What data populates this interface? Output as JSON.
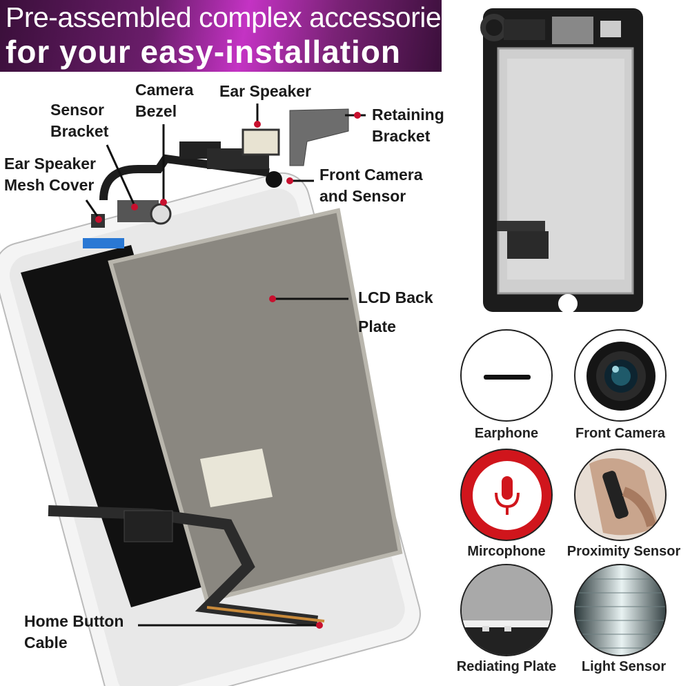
{
  "banner": {
    "line1": "Pre-assembled complex accessories",
    "line2": "for your easy-installation"
  },
  "labels": {
    "sensor_bracket": [
      "Sensor",
      "Bracket"
    ],
    "camera_bezel": [
      "Camera",
      "Bezel"
    ],
    "ear_speaker": "Ear Speaker",
    "retaining_bracket": [
      "Retaining",
      "Bracket"
    ],
    "ear_speaker_mesh": [
      "Ear Speaker",
      "Mesh Cover"
    ],
    "front_camera_sensor": [
      "Front Camera",
      "and Sensor"
    ],
    "lcd_back_plate": [
      "LCD Back",
      "Plate"
    ],
    "home_button_cable": [
      "Home Button",
      "Cable"
    ]
  },
  "features": [
    {
      "label": "Earphone",
      "icon": "earphone-slot-icon"
    },
    {
      "label": "Front Camera",
      "icon": "camera-lens-icon"
    },
    {
      "label": "Mircophone",
      "icon": "microphone-icon"
    },
    {
      "label": "Proximity Sensor",
      "icon": "phone-call-icon"
    },
    {
      "label": "Rediating Plate",
      "icon": "radiating-plate-icon"
    },
    {
      "label": "Light Sensor",
      "icon": "light-sensor-icon"
    }
  ],
  "colors": {
    "accent_dot": "#c8102e",
    "banner_dark": "#3a0f3a",
    "banner_light": "#c433c4"
  }
}
